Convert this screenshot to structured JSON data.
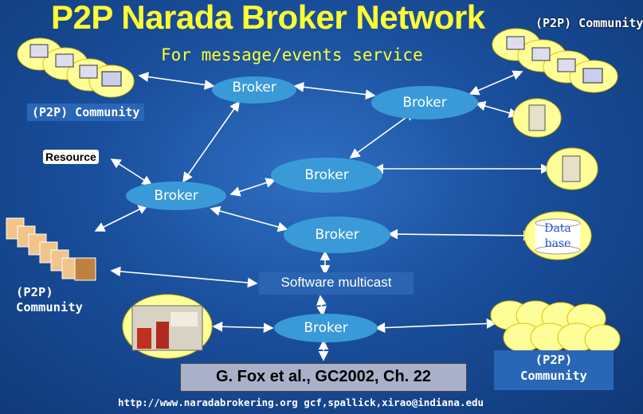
{
  "title": "P2P Narada Broker Network",
  "subtitle": "For message/events service",
  "brokers": [
    "Broker",
    "Broker",
    "Broker",
    "Broker",
    "Broker",
    "Broker"
  ],
  "communities": {
    "top_right": "(P2P) Community",
    "top_left": "(P2P) Community",
    "middle_left": "(P2P)\nCommunity",
    "bottom_right": "(P2P)\nCommunity"
  },
  "resource_label": "Resource",
  "database_label": "Data base",
  "multicast_label": "Software multicast",
  "citation": "G. Fox et al., GC2002, Ch. 22",
  "footer": "http://www.naradabrokering.org gcf,spallick,xirao@indiana.edu",
  "colors": {
    "title": "#ffff33",
    "broker": "#3a9ad8",
    "background": "#1a4f9c",
    "node_glow": "#ffff88"
  }
}
